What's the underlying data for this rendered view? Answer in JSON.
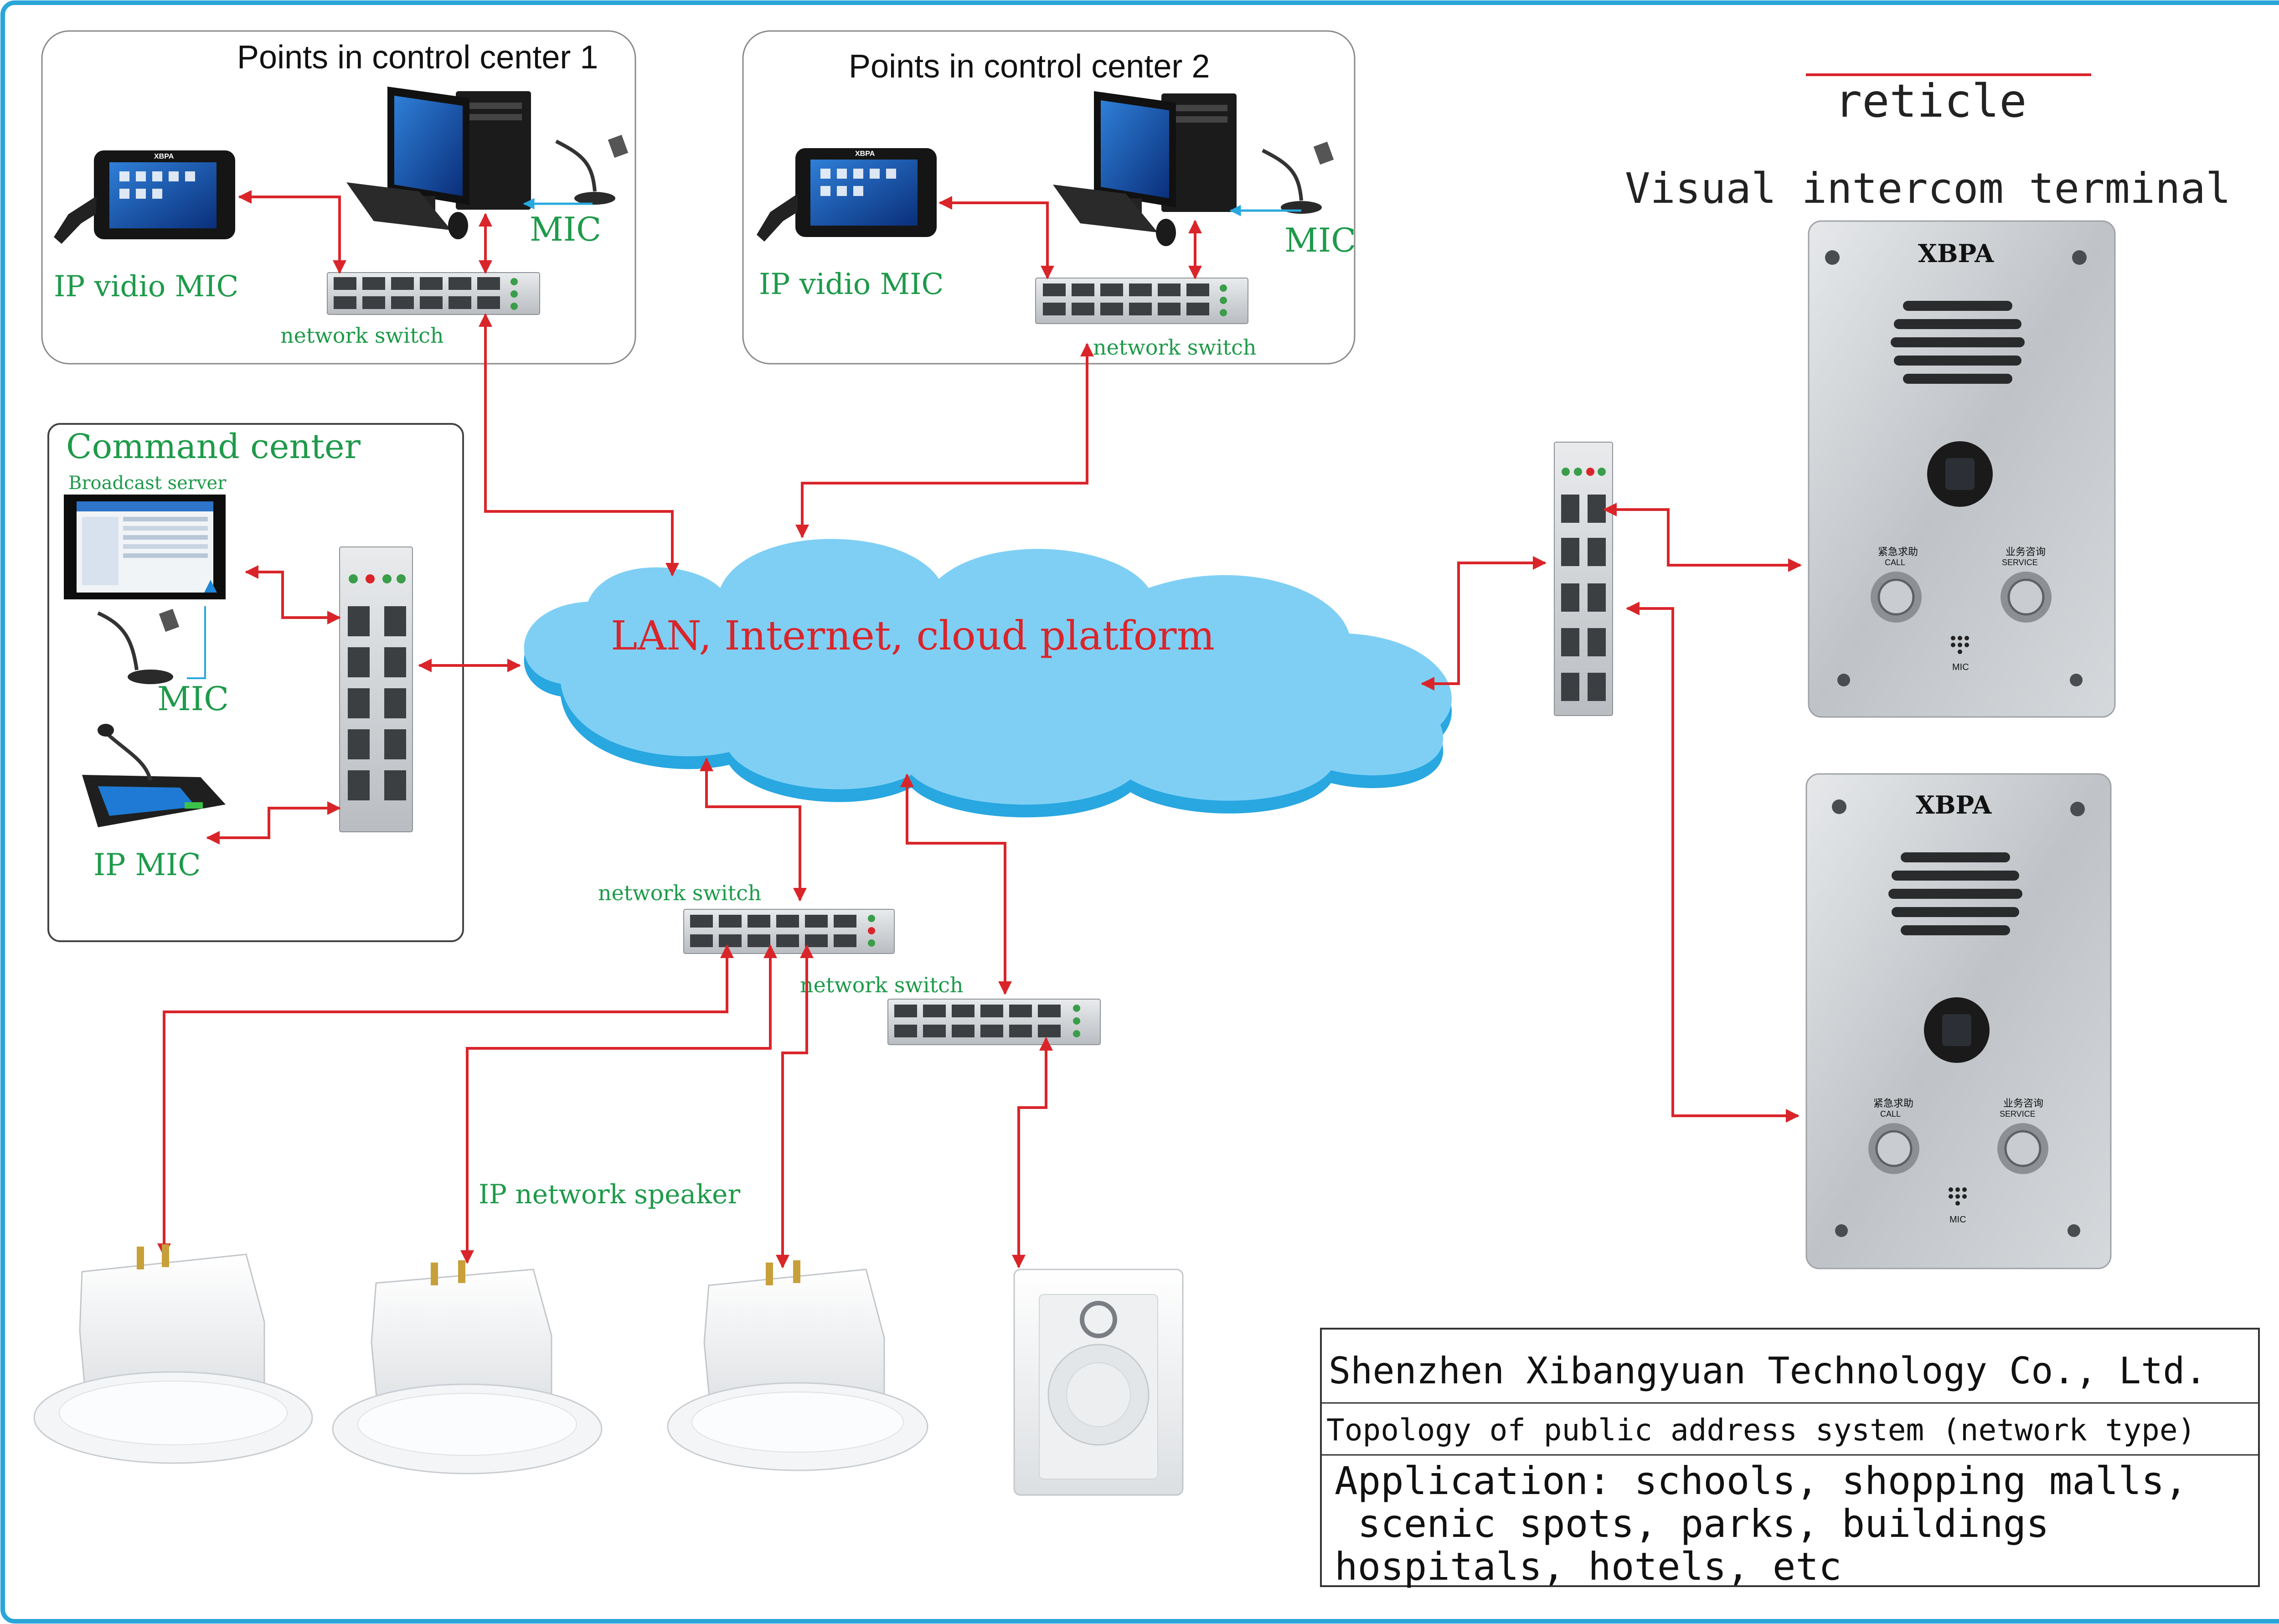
{
  "panels": {
    "center1_title": "Points in control center 1",
    "center2_title": "Points in control center 2",
    "command_title": "Command center",
    "broadcast_server": "Broadcast server"
  },
  "labels": {
    "ip_vidio_mic_1": "IP vidio MIC",
    "ip_vidio_mic_2": "IP vidio MIC",
    "mic_1": "MIC",
    "mic_2": "MIC",
    "mic_cmd": "MIC",
    "ip_mic": "IP MIC",
    "network_switch_1": "network switch",
    "network_switch_2": "network switch",
    "network_switch_3": "network switch",
    "network_switch_4": "network switch",
    "cloud": "LAN, Internet, cloud platform",
    "ip_network_speaker": "IP network speaker"
  },
  "device_brand": {
    "tablet_1": "XBPA",
    "tablet_2": "XBPA",
    "terminal_1": "XBPA",
    "terminal_2": "XBPA"
  },
  "terminal_buttons": {
    "call_cn": "紧急求助",
    "call_en": "CALL",
    "service_cn": "业务咨询",
    "service_en": "SERVICE",
    "mic": "MIC"
  },
  "terminal_panel": {
    "reticle": "reticle",
    "title": "Visual intercom terminal"
  },
  "info_box": {
    "company": "Shenzhen Xibangyuan Technology Co., Ltd.",
    "topology": "Topology of public address system (network type)",
    "application_line1": "Application: schools, shopping malls,",
    "application_line2": " scenic spots, parks, buildings",
    "application_line3": "hospitals, hotels, etc"
  },
  "colors": {
    "frame": "#2aa6d8",
    "arrow": "#d9252a",
    "label_green": "#1e9a4a",
    "cloud_fill": "#7fcff5",
    "cloud_shadow": "#28a7e0",
    "cloud_text": "#d9252a",
    "mic_line": "#27a8df"
  }
}
